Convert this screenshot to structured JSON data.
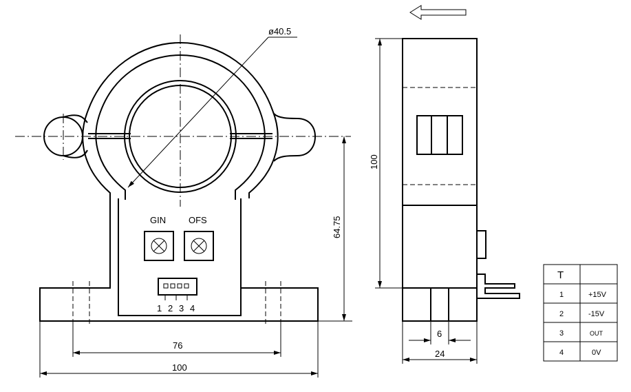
{
  "front_view": {
    "diameter_label": "ø40.5",
    "gain_label": "GIN",
    "offset_label": "OFS",
    "pin_numbers": [
      "1",
      "2",
      "3",
      "4"
    ],
    "height_dim": "64.75",
    "mount_spacing_dim": "76",
    "width_dim": "100"
  },
  "side_view": {
    "height_dim": "100",
    "slot_dim": "6",
    "depth_dim": "24",
    "direction_arrow": "current-direction-arrow"
  },
  "pin_table": {
    "header": [
      "T",
      ""
    ],
    "rows": [
      {
        "pin": "1",
        "signal": "+15V"
      },
      {
        "pin": "2",
        "signal": "-15V"
      },
      {
        "pin": "3",
        "signal": "OUT"
      },
      {
        "pin": "4",
        "signal": "0V"
      }
    ]
  }
}
